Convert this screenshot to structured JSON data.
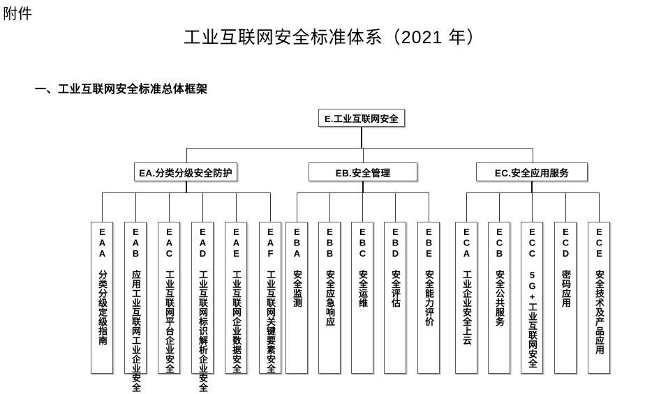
{
  "document": {
    "attachment_label": "附件",
    "title": "工业互联网安全标准体系（2021 年）",
    "section_heading": "一、工业互联网安全标准总体框架"
  },
  "chart_data": {
    "type": "diagram",
    "diagram_kind": "org-chart-tree",
    "title": "工业互联网安全标准体系（2021 年）",
    "root": {
      "code": "E",
      "label": "E.工业互联网安全"
    },
    "groups": [
      {
        "code": "EA",
        "label": "EA.分类分级安全防护",
        "children": [
          {
            "code": "EAA",
            "label": "EAA 分类分级定级指南"
          },
          {
            "code": "EAB",
            "label": "EAB 应用工业互联网工业企业安全"
          },
          {
            "code": "EAC",
            "label": "EAC 工业互联网平台企业安全"
          },
          {
            "code": "EAD",
            "label": "EAD 工业互联网标识解析企业安全"
          },
          {
            "code": "EAE",
            "label": "EAE 工业互联网企业数据安全"
          },
          {
            "code": "EAF",
            "label": "EAF 工业互联网关键要素安全"
          }
        ]
      },
      {
        "code": "EB",
        "label": "EB.安全管理",
        "children": [
          {
            "code": "EBA",
            "label": "EBA 安全监测"
          },
          {
            "code": "EBB",
            "label": "EBB 安全应急响应"
          },
          {
            "code": "EBC",
            "label": "EBC 安全运维"
          },
          {
            "code": "EBD",
            "label": "EBD 安全评估"
          },
          {
            "code": "EBE",
            "label": "EBE 安全能力评价"
          }
        ]
      },
      {
        "code": "EC",
        "label": "EC.安全应用服务",
        "children": [
          {
            "code": "ECA",
            "label": "ECA 工业企业安全上云"
          },
          {
            "code": "ECB",
            "label": "ECB 安全公共服务"
          },
          {
            "code": "ECC",
            "label": "ECC 5G+工业互联网安全"
          },
          {
            "code": "ECD",
            "label": "ECD 密码应用"
          },
          {
            "code": "ECE",
            "label": "ECE 安全技术及产品应用"
          }
        ]
      }
    ],
    "colors": {
      "background": "#ffffff",
      "box_border": "#595959",
      "box_fill": "#ffffff",
      "connector": "#3a3a3a",
      "text": "#000000"
    }
  }
}
